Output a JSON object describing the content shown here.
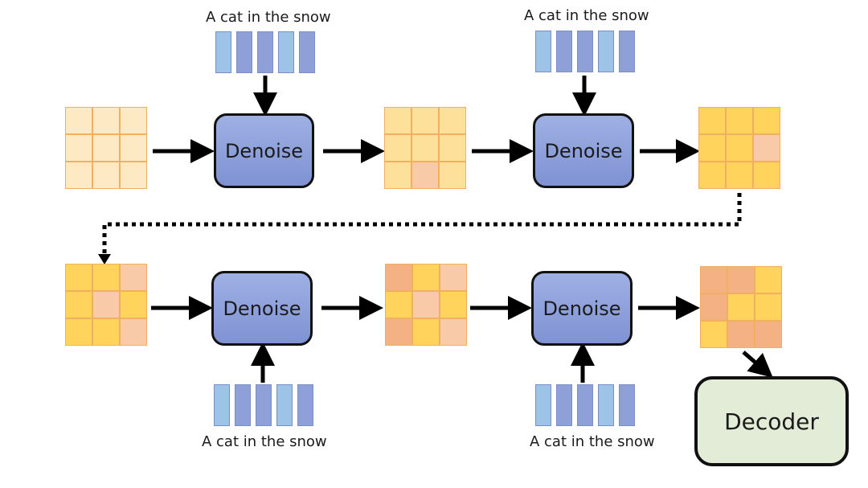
{
  "captions": [
    {
      "text": "A cat in the snow"
    },
    {
      "text": "A cat in the snow"
    },
    {
      "text": "A cat in the snow"
    },
    {
      "text": "A cat in the snow"
    }
  ],
  "denoise_label": "Denoise",
  "decoder_label": "Decoder",
  "token_colors": [
    "#9dc3e6",
    "#8fa0d8",
    "#8fa0d8",
    "#9dc3e6",
    "#8fa0d8"
  ],
  "colors": {
    "pale": "#fde9c3",
    "light": "#fde09a",
    "yellow": "#ffd35c",
    "peach": "#f9caa7",
    "orange": "#f4b183",
    "cell_border": "#f0b060",
    "box_fill": "#8fa0d8",
    "decoder_fill": "#e2ecd6",
    "arrow": "#000000"
  },
  "latents": [
    {
      "cells": [
        "pale",
        "pale",
        "pale",
        "pale",
        "pale",
        "pale",
        "pale",
        "pale",
        "pale"
      ]
    },
    {
      "cells": [
        "light",
        "light",
        "light",
        "light",
        "light",
        "light",
        "light",
        "peach",
        "light"
      ]
    },
    {
      "cells": [
        "yellow",
        "yellow",
        "yellow",
        "yellow",
        "yellow",
        "peach",
        "yellow",
        "yellow",
        "yellow"
      ]
    },
    {
      "cells": [
        "yellow",
        "yellow",
        "peach",
        "yellow",
        "peach",
        "yellow",
        "yellow",
        "yellow",
        "peach"
      ]
    },
    {
      "cells": [
        "orange",
        "yellow",
        "peach",
        "yellow",
        "peach",
        "yellow",
        "orange",
        "yellow",
        "peach"
      ]
    },
    {
      "cells": [
        "orange",
        "orange",
        "yellow",
        "orange",
        "yellow",
        "yellow",
        "yellow",
        "orange",
        "orange"
      ]
    }
  ]
}
